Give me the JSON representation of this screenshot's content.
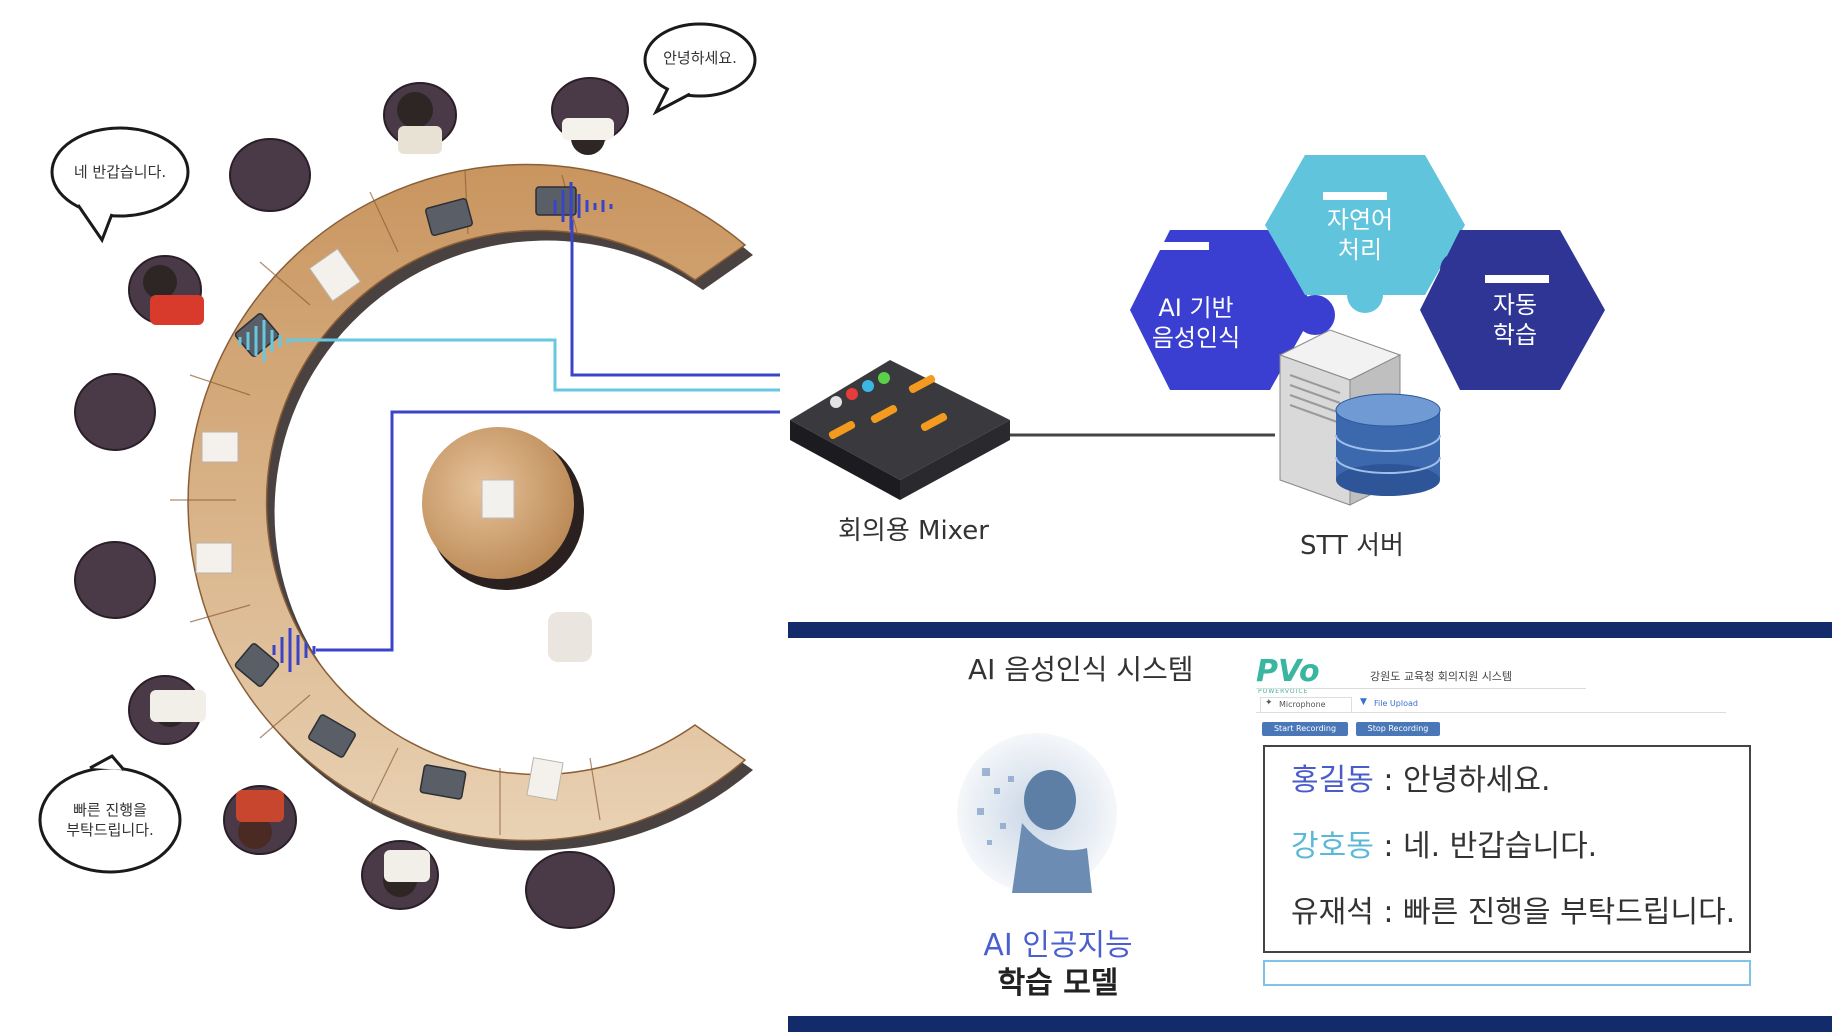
{
  "bubbles": {
    "hello": "안녕하세요.",
    "nice_to_meet": "네 반갑습니다.",
    "fast_progress": "빠른 진행을\n부탁드립니다."
  },
  "puzzle": {
    "left": "AI 기반\n음성인식",
    "top": "자연어\n처리",
    "right": "자동\n학습"
  },
  "labels": {
    "mixer": "회의용 Mixer",
    "stt_server": "STT 서버"
  },
  "panel": {
    "system_title": "AI 음성인식 시스템",
    "logo": "PVo",
    "logo_sub": "POWERVOICE",
    "app_title": "강원도 교육청 회의지원 시스템",
    "tab_microphone": "Microphone",
    "tab_file_upload": "File Upload",
    "btn_start": "Start Recording",
    "btn_stop": "Stop Recording",
    "model_line1": "AI 인공지능",
    "model_line2": "학습 모델",
    "transcript": [
      {
        "speaker": "홍길동",
        "separator": " : ",
        "text": "안녕하세요.",
        "color": "#4a5ccc"
      },
      {
        "speaker": "강호동",
        "separator": " : ",
        "text": "네. 반갑습니다.",
        "color": "#5bb8d8"
      },
      {
        "speaker": "유재석",
        "separator": " : ",
        "text": "빠른 진행을 부탁드립니다.",
        "color": "#333333"
      }
    ]
  },
  "colors": {
    "hex_left": "#3a3fd1",
    "hex_top": "#5fc4dc",
    "hex_right": "#2e3594",
    "line_dark_blue": "#3a44c8",
    "line_light_blue": "#66c9e0",
    "panel_bar": "#132a6b"
  }
}
